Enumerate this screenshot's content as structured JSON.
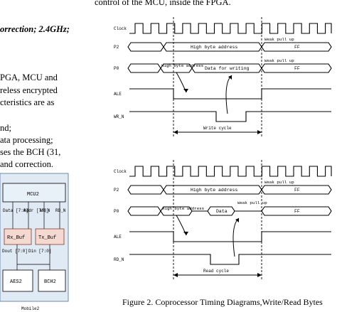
{
  "page": {
    "top_line": "control of the MCU, inside the FPGA.",
    "left_lines": [
      "orrection; 2.4GHz;",
      "PGA, MCU and",
      "reless encrypted",
      "cteristics are as",
      "nd;",
      "ata processing;",
      "ses the BCH (31,",
      "and correction."
    ],
    "figure_caption": "Figure 2.    Coprocessor Timing Diagrams,Write/Read Bytes"
  },
  "block_diagram": {
    "mcu_label": "MCU2",
    "bus_labels": [
      "Data [7:0]",
      "Addr [7:0]",
      "WR_N",
      "RD_N"
    ],
    "rx_buf": "Rx_Buf",
    "tx_buf": "Tx_Buf",
    "small_labels": [
      "Dout [7:0]",
      "Din [7:0]"
    ],
    "aes_label": "AES2",
    "bch_label": "BCH2",
    "caption_partial": "Mobile2"
  },
  "write_diagram": {
    "signals": [
      "Clock",
      "P2",
      "P0",
      "ALE",
      "WR_N"
    ],
    "annotations": {
      "p2_high": "High byte address",
      "p2_weak": "Weak pull up",
      "p2_ff": "FF",
      "p0_high": "High byte address",
      "p0_data": "Data for writing",
      "p0_weak": "Weak pull up",
      "p0_ff": "FF"
    },
    "cycle_label": "Write cycle"
  },
  "read_diagram": {
    "signals": [
      "Clock",
      "P2",
      "P0",
      "ALE",
      "RD_N"
    ],
    "annotations": {
      "p2_high": "High byte address",
      "p2_weak": "Weak pull up",
      "p2_ff": "FF",
      "p0_high": "High byte address",
      "p0_data": "Data",
      "p0_weak": "Weak pull up",
      "p0_ff": "FF"
    },
    "cycle_label": "Read cycle"
  }
}
